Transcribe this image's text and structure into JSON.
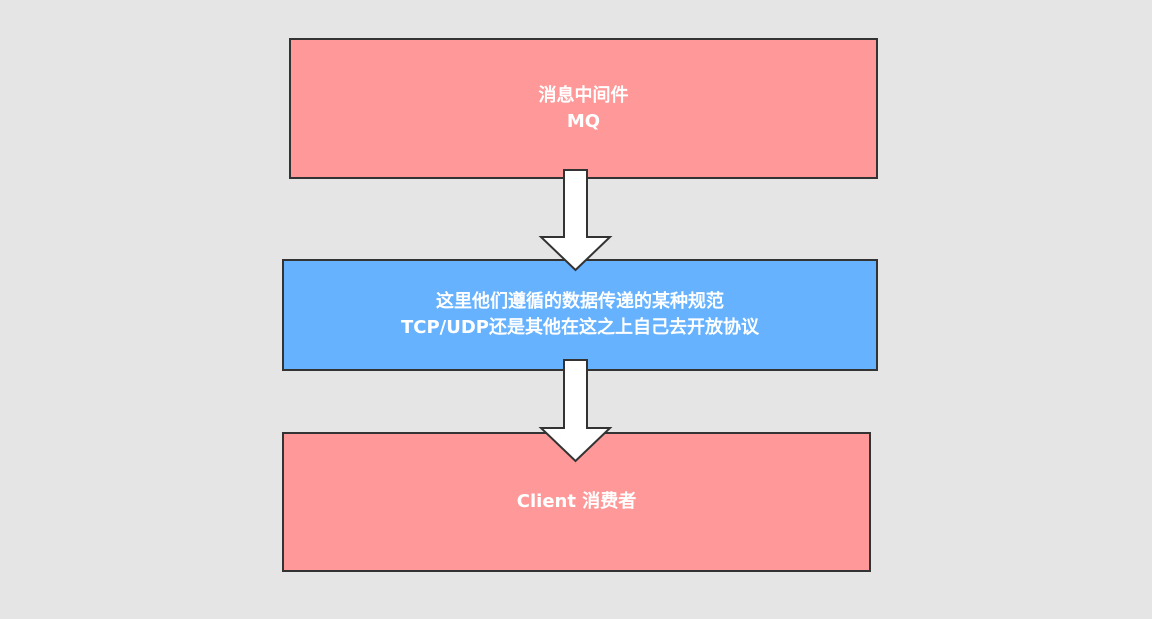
{
  "boxes": {
    "mq": {
      "line1": "消息中间件",
      "line2": "MQ",
      "fill": "#ff9999"
    },
    "protocol": {
      "line1": "这里他们遵循的数据传递的某种规范",
      "line2": "TCP/UDP还是其他在这之上自己去开放协议",
      "fill": "#66b2ff"
    },
    "client": {
      "line1": "Client 消费者",
      "fill": "#ff9999"
    }
  },
  "colors": {
    "background": "#e5e5e5",
    "border": "#333333",
    "text": "#ffffff",
    "arrow_fill": "#ffffff"
  }
}
